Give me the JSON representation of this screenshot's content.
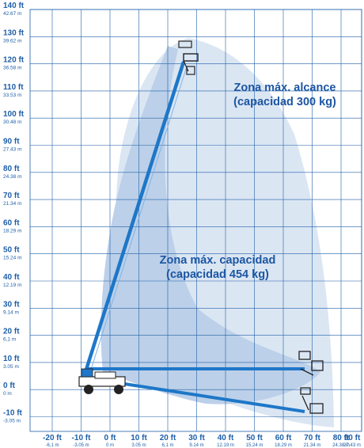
{
  "diagram": {
    "y_labels": [
      {
        "ft": "140 ft",
        "m": "42.67 m"
      },
      {
        "ft": "130 ft",
        "m": "39.62 m"
      },
      {
        "ft": "120 ft",
        "m": "36.58 m"
      },
      {
        "ft": "110 ft",
        "m": "33.53 m"
      },
      {
        "ft": "100 ft",
        "m": "30.48 m"
      },
      {
        "ft": "90 ft",
        "m": "27.43 m"
      },
      {
        "ft": "80 ft",
        "m": "24.38 m"
      },
      {
        "ft": "70 ft",
        "m": "21.34 m"
      },
      {
        "ft": "60 ft",
        "m": "18.29 m"
      },
      {
        "ft": "50 ft",
        "m": "15.24 m"
      },
      {
        "ft": "40 ft",
        "m": "12.19 m"
      },
      {
        "ft": "30 ft",
        "m": "9.14 m"
      },
      {
        "ft": "20 ft",
        "m": "6,1 m"
      },
      {
        "ft": "10 ft",
        "m": "3.05 m"
      },
      {
        "ft": "0 ft",
        "m": "0 m"
      },
      {
        "ft": "-10 ft",
        "m": "-3.05 m"
      }
    ],
    "x_labels": [
      {
        "ft": "-20 ft",
        "m": "-6,1 m"
      },
      {
        "ft": "-10 ft",
        "m": "-3.05 m"
      },
      {
        "ft": "0 ft",
        "m": "0 m"
      },
      {
        "ft": "10 ft",
        "m": "3.05 m"
      },
      {
        "ft": "20 ft",
        "m": "6,1 m"
      },
      {
        "ft": "30 ft",
        "m": "9.14 m"
      },
      {
        "ft": "40 ft",
        "m": "12.19 m"
      },
      {
        "ft": "50 ft",
        "m": "15.24 m"
      },
      {
        "ft": "60 ft",
        "m": "18.29 m"
      },
      {
        "ft": "70 ft",
        "m": "21.34 m"
      },
      {
        "ft": "80 ft",
        "m": "24.38 m"
      },
      {
        "ft": "90 ft",
        "m": "27.43 m"
      }
    ],
    "zone_reach": {
      "line1": "Zona máx. alcance",
      "line2": "(capacidad 300 kg)"
    },
    "zone_capacity": {
      "line1": "Zona máx. capacidad",
      "line2": "(capacidad 454 kg)"
    },
    "colors": {
      "grid": "#1f5fa8",
      "boom": "#1e77c8",
      "reach_envelope": "#dbe6f3",
      "capacity_envelope": "#bcd0e9",
      "text": "#1c56a3"
    }
  }
}
